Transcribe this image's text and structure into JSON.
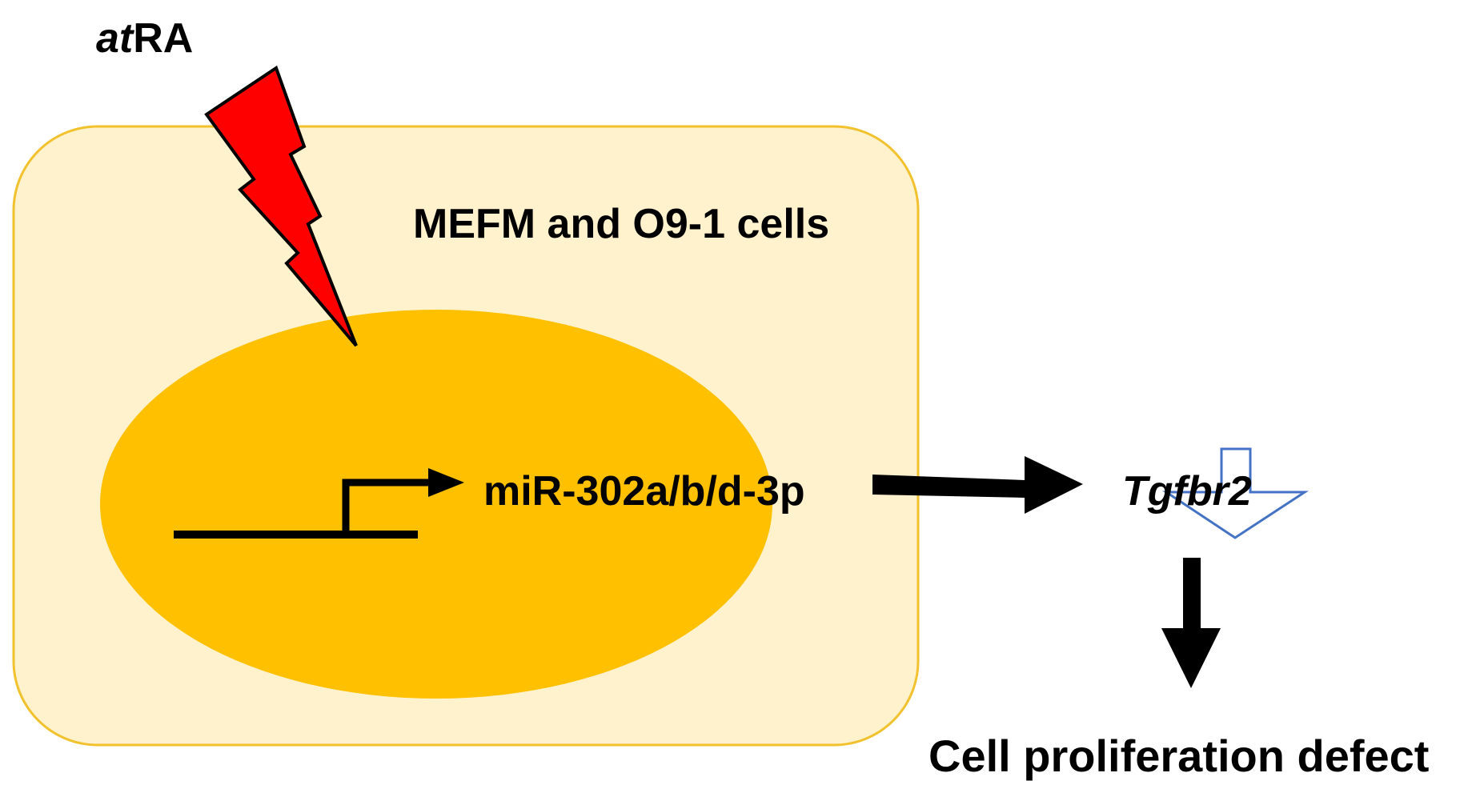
{
  "diagram": {
    "stimulus": {
      "prefix": "at",
      "suffix": "RA",
      "icon": "lightning-bolt-icon"
    },
    "cell": {
      "label": "MEFM and O9-1 cells"
    },
    "nucleus": {
      "promoter_icon": "gene-promoter-arrow-icon"
    },
    "mirna": {
      "label": "miR-302a/b/d-3p"
    },
    "target_gene": {
      "label": "Tgfbr2",
      "regulation_icon": "down-arrow-outline-icon"
    },
    "outcome": {
      "label": "Cell proliferation defect"
    },
    "colors": {
      "cell_fill": "#FFF2CC",
      "cell_border": "#F2C12E",
      "nucleus_fill": "#FFC000",
      "bolt_fill": "#FF0000",
      "arrow": "#000000",
      "down_arrow_outline": "#4472C4"
    }
  }
}
